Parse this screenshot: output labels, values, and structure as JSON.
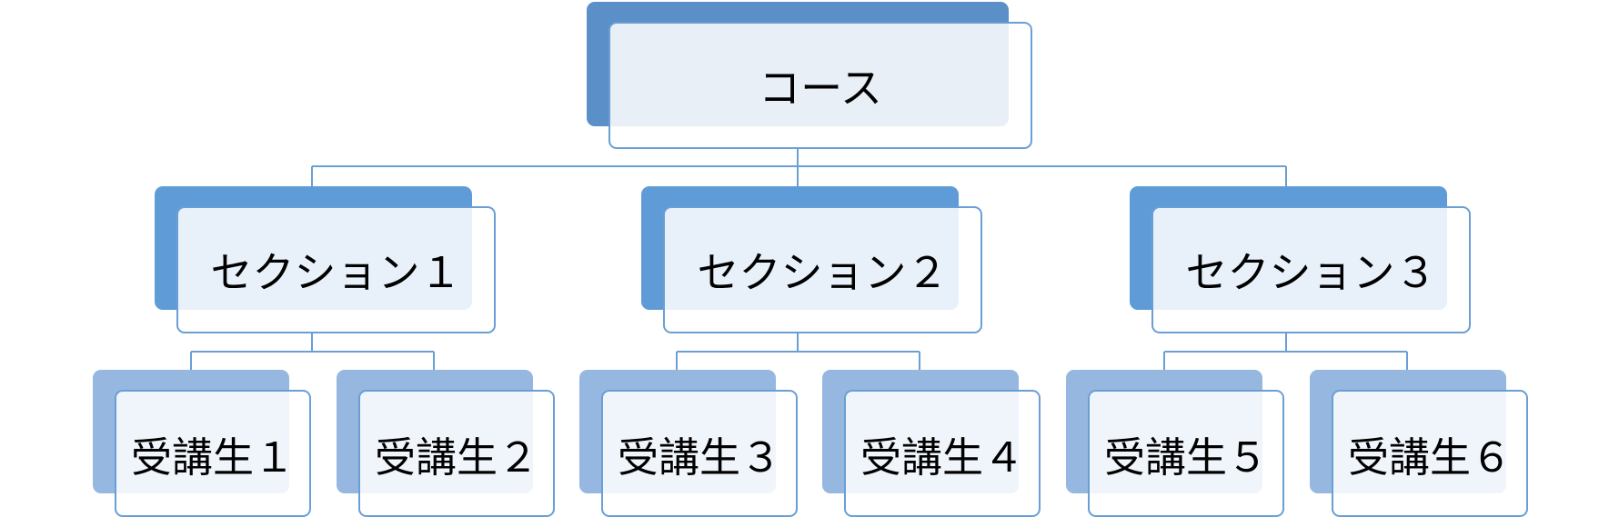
{
  "colors": {
    "root_back": "#5a8fc7",
    "section_back": "#5f9cd7",
    "student_back": "#95b7e0",
    "box_border": "#6a9fd4",
    "connector": "#6a9fd4"
  },
  "root": {
    "label": "コース"
  },
  "sections": [
    {
      "label": "セクション１",
      "students": [
        "受講生１",
        "受講生２"
      ]
    },
    {
      "label": "セクション２",
      "students": [
        "受講生３",
        "受講生４"
      ]
    },
    {
      "label": "セクション３",
      "students": [
        "受講生５",
        "受講生６"
      ]
    }
  ]
}
